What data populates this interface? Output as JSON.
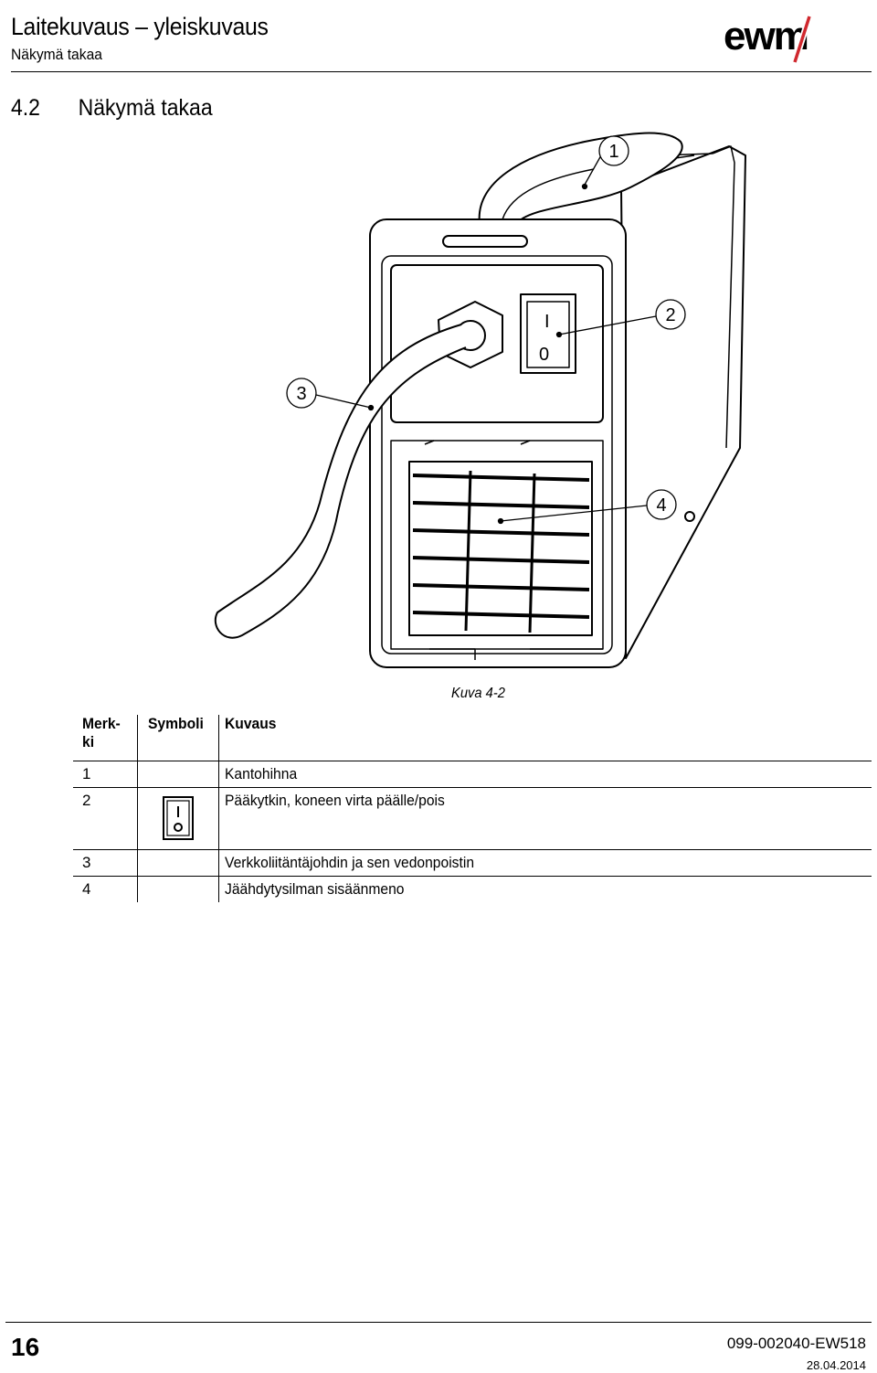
{
  "header": {
    "title": "Laitekuvaus – yleiskuvaus",
    "subtitle": "Näkymä takaa",
    "logo_text": "ewm"
  },
  "section": {
    "number": "4.2",
    "title": "Näkymä takaa"
  },
  "figure": {
    "callouts": [
      "1",
      "2",
      "3",
      "4"
    ],
    "switch_on": "I",
    "switch_off": "0",
    "caption": "Kuva 4-2"
  },
  "legend": {
    "headers": {
      "mark": "Merk-ki",
      "symbol": "Symboli",
      "description": "Kuvaus"
    },
    "rows": [
      {
        "mark": "1",
        "symbol": "",
        "description": "Kantohihna"
      },
      {
        "mark": "2",
        "symbol": "main-switch-icon",
        "description": "Pääkytkin, koneen virta päälle/pois"
      },
      {
        "mark": "3",
        "symbol": "",
        "description": "Verkkoliitäntäjohdin ja sen vedonpoistin"
      },
      {
        "mark": "4",
        "symbol": "",
        "description": "Jäähdytysilman sisäänmeno"
      }
    ]
  },
  "footer": {
    "page_number": "16",
    "document_number": "099-002040-EW518",
    "date": "28.04.2014"
  },
  "colors": {
    "accent": "#d0282e",
    "text": "#000000"
  }
}
